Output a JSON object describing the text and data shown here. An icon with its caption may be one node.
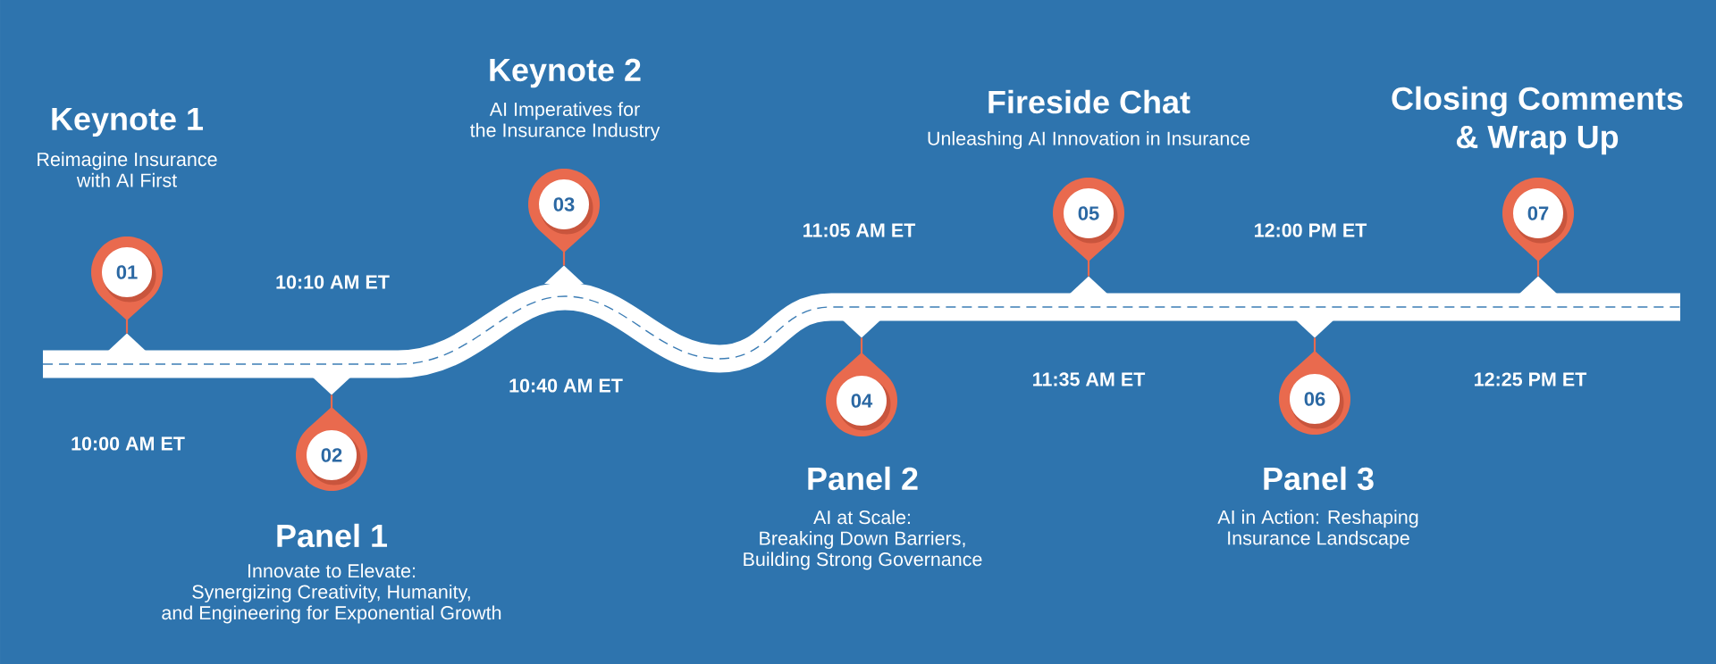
{
  "diagram": {
    "nodes": [
      {
        "text": [
          "01"
        ],
        "beside": [
          "Keynote 1",
          "Reimagine Insurance with AI First"
        ]
      },
      {
        "text": [
          "02"
        ],
        "beside": [
          "Panel 1",
          "Innovate to Elevate: Synergizing Creativity, Humanity, and Engineering for Exponential Growth"
        ]
      },
      {
        "text": [
          "03"
        ],
        "beside": [
          "Keynote 2",
          "AI Imperatives for the Insurance Industry"
        ]
      },
      {
        "text": [
          "04"
        ],
        "beside": [
          "Panel 2",
          "AI at Scale: Breaking Down Barriers, Building Strong Governance"
        ]
      },
      {
        "text": [
          "05"
        ],
        "beside": [
          "Fireside Chat",
          "Unleashing AI Innovation in Insurance"
        ]
      },
      {
        "text": [
          "06"
        ],
        "beside": [
          "Panel 3",
          "AI in Action: Reshaping Insurance Landscape"
        ]
      },
      {
        "text": [
          "07"
        ],
        "beside": [
          "Closing Comments & Wrap Up"
        ]
      }
    ],
    "labels": [
      "10:00 AM ET",
      "10:10 AM ET",
      "10:40 AM ET",
      "11:05 AM ET",
      "11:35 AM ET",
      "12:00 PM ET",
      "12:25 PM ET"
    ]
  }
}
